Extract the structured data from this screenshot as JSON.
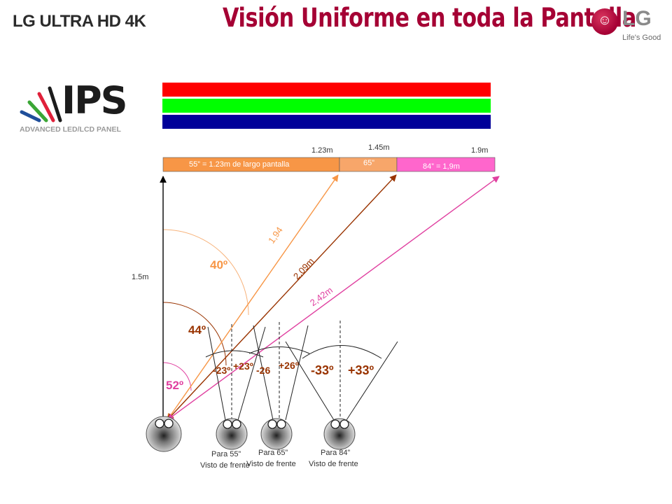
{
  "header": {
    "brand_left": "LG ULTRA HD 4K",
    "title": "Visión Uniforme en toda la Pantalla",
    "logo_glyph": "☺",
    "logo_text": "LG",
    "logo_tagline": "Life's Good",
    "brand_color": "#a50034"
  },
  "ips_logo": {
    "word": "IPS",
    "subtitle": "ADVANCED LED/LCD PANEL"
  },
  "rgb_bars": [
    "#ff0000",
    "#00ff00",
    "#000099"
  ],
  "screen_scale": {
    "tick_labels": [
      "1.23m",
      "1.45m",
      "1.9m"
    ],
    "segments": [
      {
        "label": "55” = 1.23m de largo pantalla",
        "color": "#f79646"
      },
      {
        "label": "65”",
        "color": "#f7a66a"
      },
      {
        "label": "84” = 1,9m",
        "color": "#ff66cc"
      }
    ]
  },
  "distance_label": "1.5m",
  "sightlines": [
    {
      "label": "1,94",
      "color": "#f79646"
    },
    {
      "label": "2,09m",
      "color": "#993300"
    },
    {
      "label": "2,42m",
      "color": "#e040a0"
    }
  ],
  "corner_angles": [
    {
      "label": "40º",
      "color": "#f79646"
    },
    {
      "label": "44º",
      "color": "#993300"
    },
    {
      "label": "52º",
      "color": "#e040a0"
    }
  ],
  "viewer_angles": [
    {
      "label": "-23º",
      "color": "#993300"
    },
    {
      "label": "+23º",
      "color": "#993300"
    },
    {
      "label": "-26",
      "color": "#993300"
    },
    {
      "label": "+26º",
      "color": "#993300"
    },
    {
      "label": "-33º",
      "color": "#993300"
    },
    {
      "label": "+33º",
      "color": "#993300"
    }
  ],
  "viewers": [
    {
      "line1": "Para 55”",
      "line2": "Visto de frente"
    },
    {
      "line1": "Para 65”",
      "line2": "Visto de frente"
    },
    {
      "line1": "Para 84”",
      "line2": "Visto de frente"
    }
  ]
}
